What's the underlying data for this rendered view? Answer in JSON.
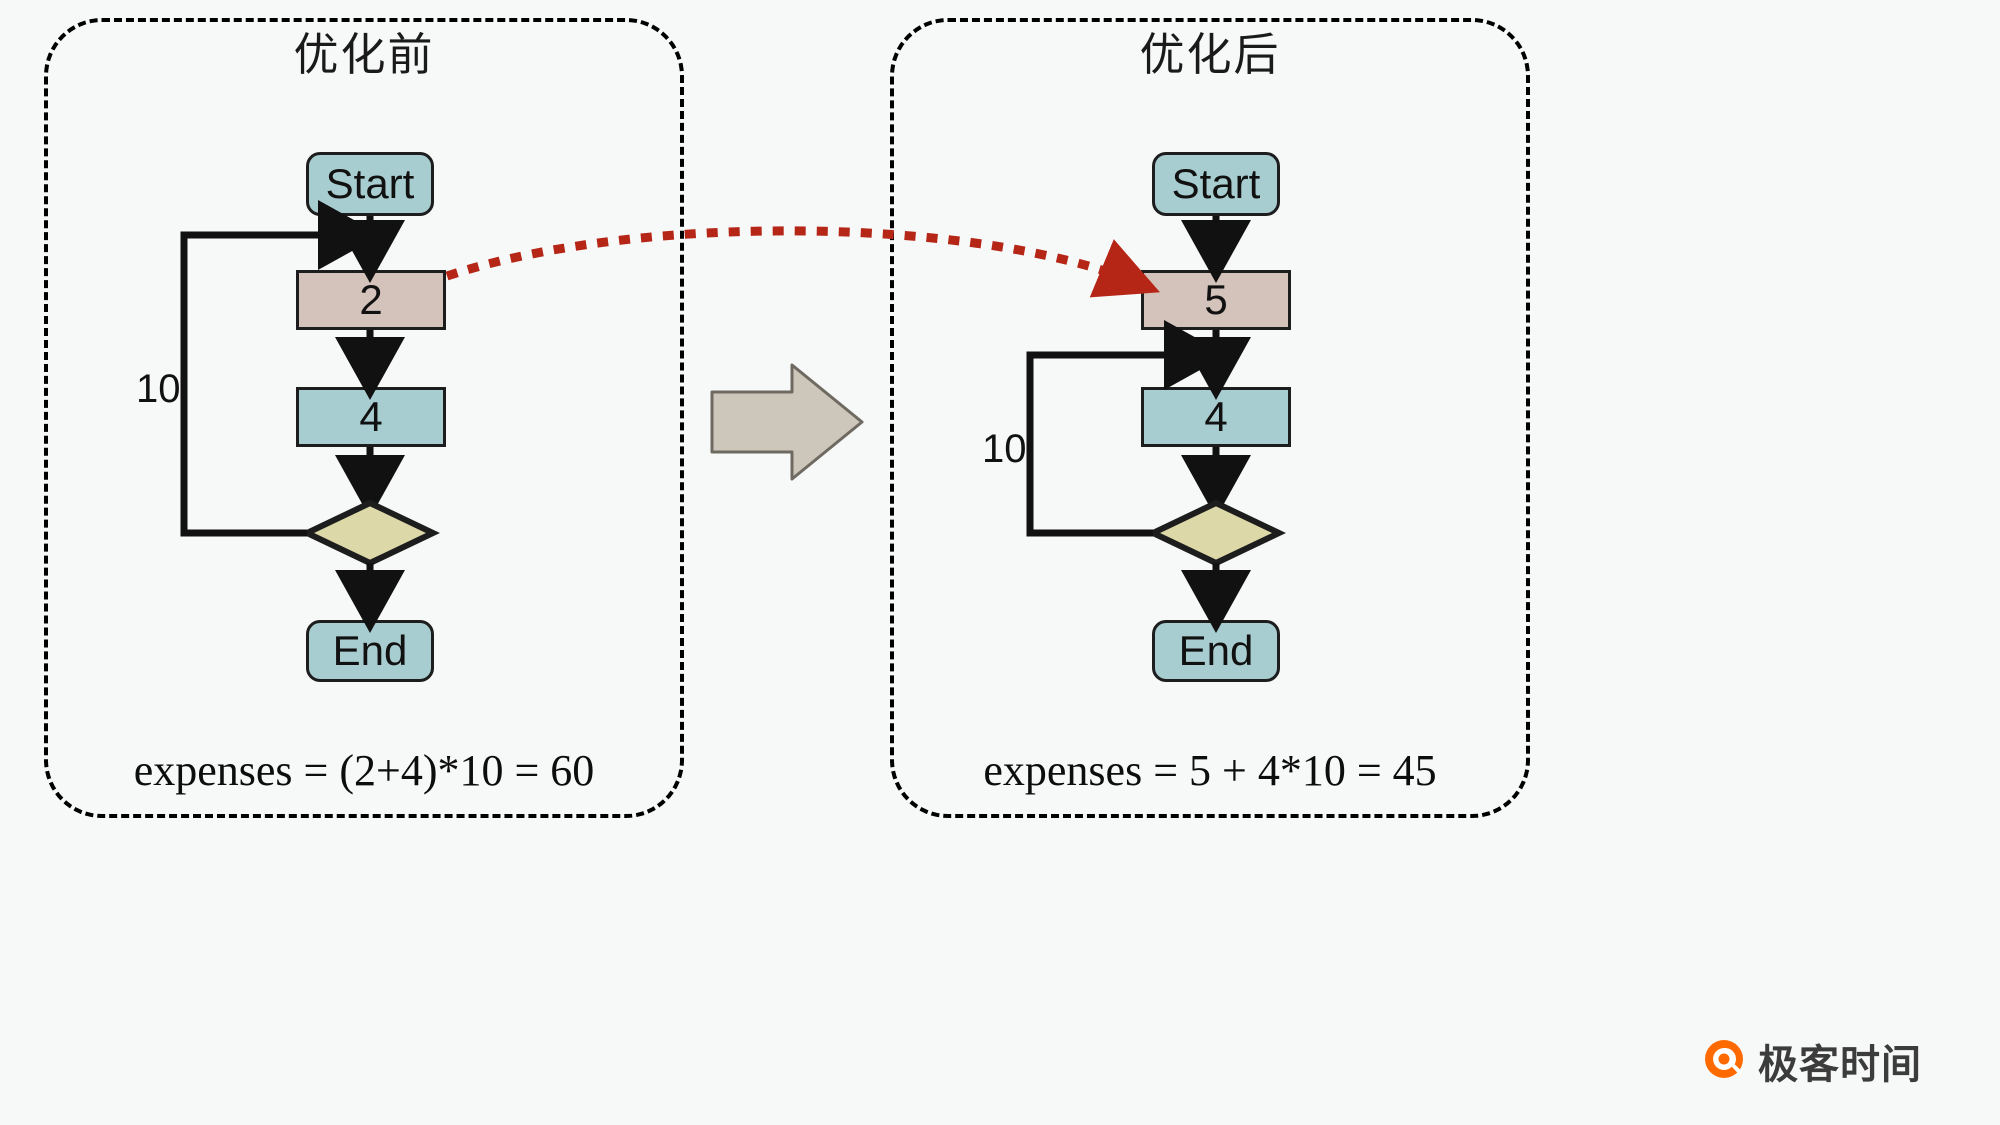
{
  "diagram": {
    "type": "flowchart-comparison",
    "background_color": "#f7f8f8",
    "colors": {
      "terminal_fill": "#a8cdd0",
      "cost_node_fill": "#d3c3ba",
      "decision_fill": "#dcd8a8",
      "stroke": "#1d1d1d",
      "highlight_arrow": "#b52617",
      "big_arrow_fill": "#cdc6bb",
      "panel_border": "#000000",
      "logo_accent": "#ff6a00"
    },
    "panels": [
      {
        "id": "before",
        "title": "优化前",
        "formula": "expenses = (2+4)*10 = 60",
        "loop_label": "10",
        "nodes": [
          {
            "id": "start",
            "label": "Start",
            "shape": "rounded-rect",
            "fill": "#a8cdd0"
          },
          {
            "id": "cost2",
            "label": "2",
            "shape": "rect",
            "fill": "#d3c3ba"
          },
          {
            "id": "cost4",
            "label": "4",
            "shape": "rect",
            "fill": "#a8cdd0"
          },
          {
            "id": "decision",
            "label": "",
            "shape": "diamond",
            "fill": "#dcd8a8"
          },
          {
            "id": "end",
            "label": "End",
            "shape": "rounded-rect",
            "fill": "#a8cdd0"
          }
        ],
        "edges": [
          {
            "from": "start",
            "to": "cost2"
          },
          {
            "from": "cost2",
            "to": "cost4"
          },
          {
            "from": "cost4",
            "to": "decision"
          },
          {
            "from": "decision",
            "to": "end"
          },
          {
            "from": "decision",
            "to": "cost2",
            "kind": "loop-back",
            "label": "10"
          }
        ]
      },
      {
        "id": "after",
        "title": "优化后",
        "formula": "expenses = 5 + 4*10 = 45",
        "loop_label": "10",
        "nodes": [
          {
            "id": "start",
            "label": "Start",
            "shape": "rounded-rect",
            "fill": "#a8cdd0"
          },
          {
            "id": "cost5",
            "label": "5",
            "shape": "rect",
            "fill": "#d3c3ba"
          },
          {
            "id": "cost4",
            "label": "4",
            "shape": "rect",
            "fill": "#a8cdd0"
          },
          {
            "id": "decision",
            "label": "",
            "shape": "diamond",
            "fill": "#dcd8a8"
          },
          {
            "id": "end",
            "label": "End",
            "shape": "rounded-rect",
            "fill": "#a8cdd0"
          }
        ],
        "edges": [
          {
            "from": "start",
            "to": "cost5"
          },
          {
            "from": "cost5",
            "to": "cost4"
          },
          {
            "from": "cost4",
            "to": "decision"
          },
          {
            "from": "decision",
            "to": "end"
          },
          {
            "from": "decision",
            "to": "cost4",
            "kind": "loop-back",
            "label": "10"
          }
        ]
      }
    ],
    "transition_arrow": {
      "name": "big-right-arrow",
      "direction": "right",
      "fill": "#cdc6bb"
    },
    "highlight_arrow": {
      "name": "optimization-mapping-arrow",
      "style": "dotted",
      "color": "#b52617",
      "from_node": "2",
      "to_node": "5"
    }
  },
  "watermark": {
    "brand": "极客时间",
    "icon": "geek-time-logo-icon"
  }
}
